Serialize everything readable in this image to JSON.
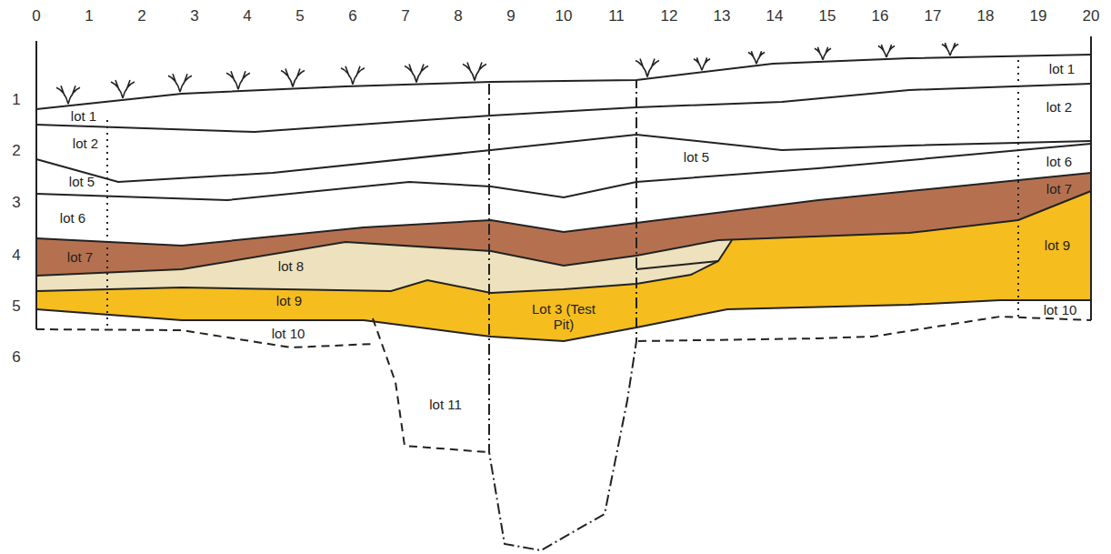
{
  "diagram": {
    "labels": [
      "0",
      "1",
      "2",
      "3",
      "4",
      "5",
      "6",
      "7",
      "8",
      "9",
      "10",
      "11",
      "12",
      "13",
      "14",
      "15",
      "16",
      "17",
      "18",
      "19",
      "20",
      "1",
      "2",
      "3",
      "4",
      "5",
      "6",
      "lot 1",
      "lot 1",
      "lot 2",
      "lot 2",
      "lot 5",
      "lot 5",
      "lot 6",
      "lot 6",
      "lot 7",
      "lot 7",
      "lot 8",
      "lot 9",
      "lot 9",
      "Lot 3 (Test Pit)",
      "lot 10",
      "lot 10",
      "lot 11"
    ]
  }
}
